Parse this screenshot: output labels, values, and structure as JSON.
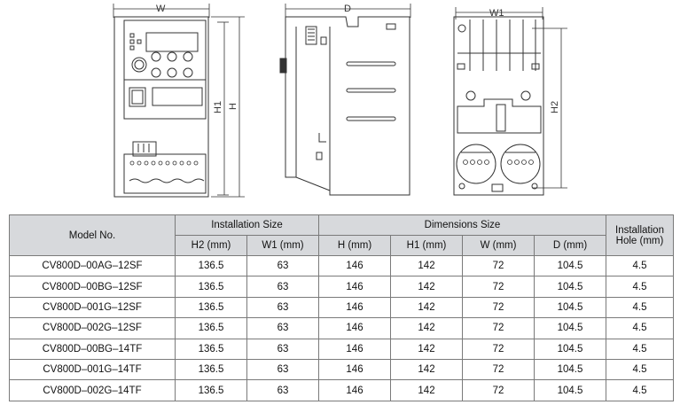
{
  "drawing": {
    "front": {
      "width_label": "W",
      "height1_label": "H1",
      "height_label": "H"
    },
    "side": {
      "depth_label": "D"
    },
    "back": {
      "width_label": "W1",
      "height_label": "H2"
    }
  },
  "table": {
    "headers": {
      "model": "Model No.",
      "installation_size": "Installation Size",
      "dimensions_size": "Dimensions Size",
      "installation_hole": "Installation Hole (mm)",
      "h2": "H2 (mm)",
      "w1": "W1 (mm)",
      "h": "H (mm)",
      "h1": "H1 (mm)",
      "w": "W (mm)",
      "d": "D (mm)"
    },
    "rows": [
      {
        "model": "CV800D–00AG–12SF",
        "h2": "136.5",
        "w1": "63",
        "h": "146",
        "h1": "142",
        "w": "72",
        "d": "104.5",
        "hole": "4.5"
      },
      {
        "model": "CV800D–00BG–12SF",
        "h2": "136.5",
        "w1": "63",
        "h": "146",
        "h1": "142",
        "w": "72",
        "d": "104.5",
        "hole": "4.5"
      },
      {
        "model": "CV800D–001G–12SF",
        "h2": "136.5",
        "w1": "63",
        "h": "146",
        "h1": "142",
        "w": "72",
        "d": "104.5",
        "hole": "4.5"
      },
      {
        "model": "CV800D–002G–12SF",
        "h2": "136.5",
        "w1": "63",
        "h": "146",
        "h1": "142",
        "w": "72",
        "d": "104.5",
        "hole": "4.5"
      },
      {
        "model": "CV800D–00BG–14TF",
        "h2": "136.5",
        "w1": "63",
        "h": "146",
        "h1": "142",
        "w": "72",
        "d": "104.5",
        "hole": "4.5"
      },
      {
        "model": "CV800D–001G–14TF",
        "h2": "136.5",
        "w1": "63",
        "h": "146",
        "h1": "142",
        "w": "72",
        "d": "104.5",
        "hole": "4.5"
      },
      {
        "model": "CV800D–002G–14TF",
        "h2": "136.5",
        "w1": "63",
        "h": "146",
        "h1": "142",
        "w": "72",
        "d": "104.5",
        "hole": "4.5"
      }
    ]
  }
}
